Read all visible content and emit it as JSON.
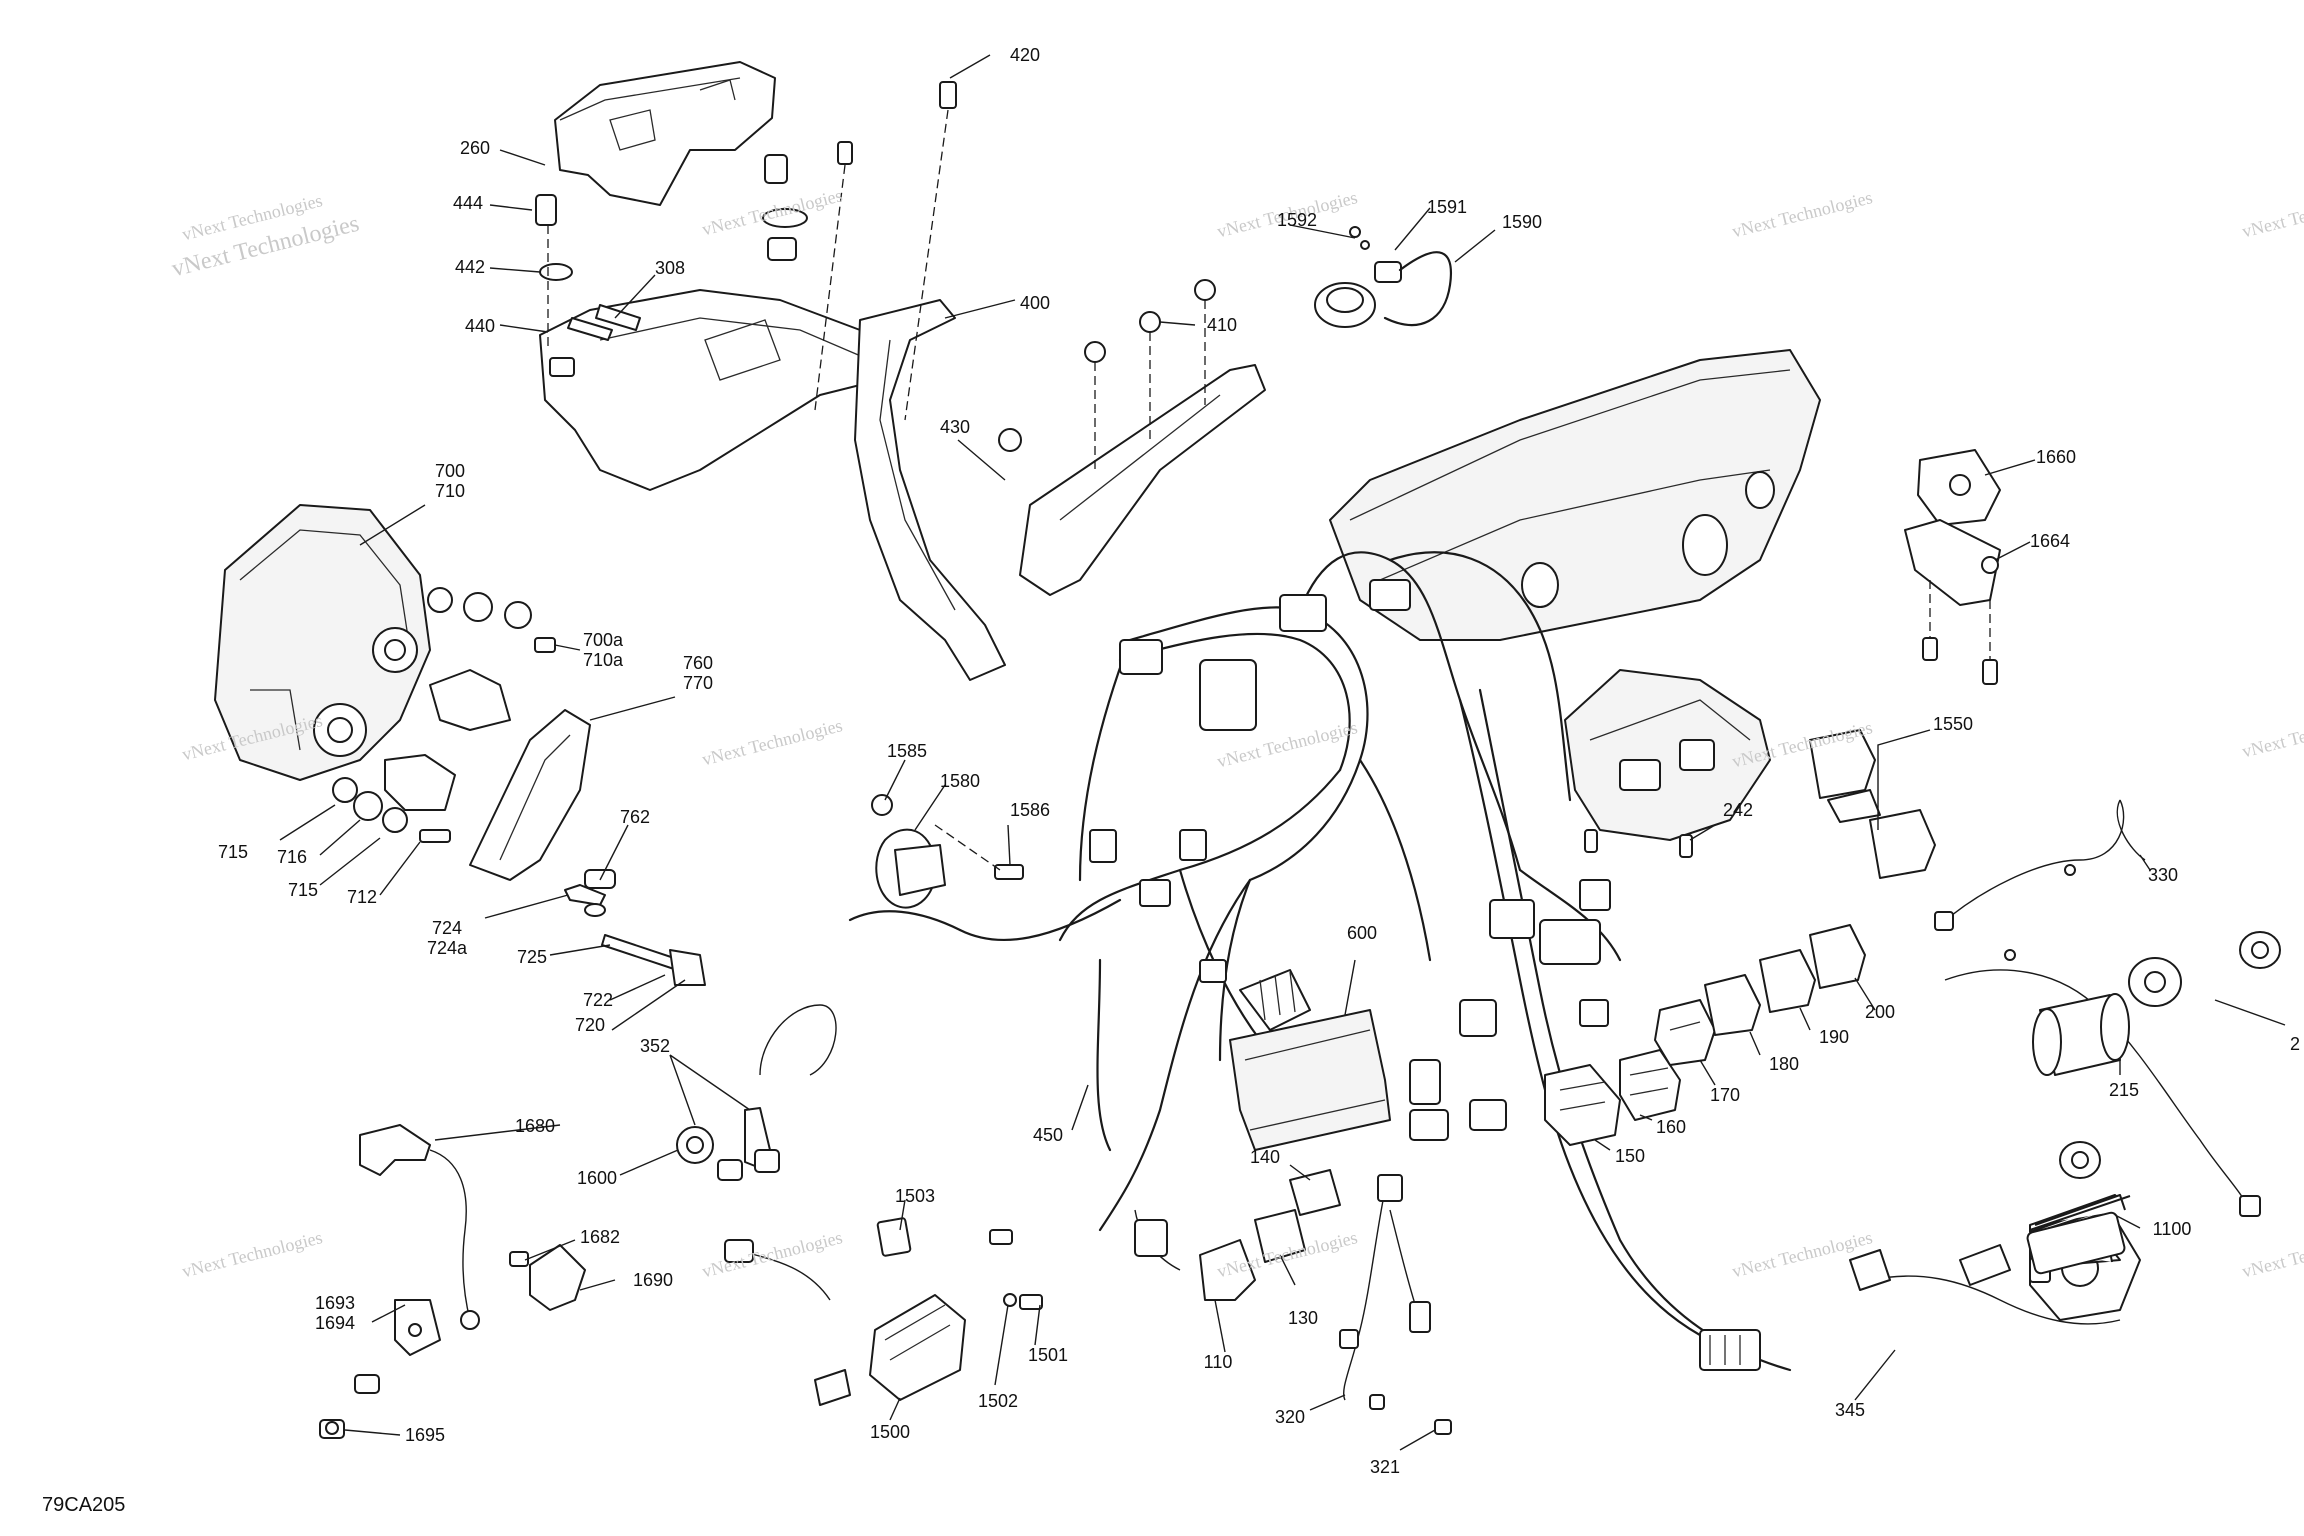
{
  "figure_id": "79CA205",
  "watermark": "vNext Technologies",
  "callouts": [
    {
      "id": "420",
      "label": "420"
    },
    {
      "id": "260",
      "label": "260"
    },
    {
      "id": "444",
      "label": "444"
    },
    {
      "id": "442",
      "label": "442"
    },
    {
      "id": "308",
      "label": "308"
    },
    {
      "id": "400",
      "label": "400"
    },
    {
      "id": "440",
      "label": "440"
    },
    {
      "id": "410",
      "label": "410"
    },
    {
      "id": "430",
      "label": "430"
    },
    {
      "id": "1592",
      "label": "1592"
    },
    {
      "id": "1591",
      "label": "1591"
    },
    {
      "id": "1590",
      "label": "1590"
    },
    {
      "id": "700-710",
      "label": "700\n710"
    },
    {
      "id": "700a-710a",
      "label": "700a\n710a"
    },
    {
      "id": "760-770",
      "label": "760\n770"
    },
    {
      "id": "715a",
      "label": "715"
    },
    {
      "id": "716",
      "label": "716"
    },
    {
      "id": "715b",
      "label": "715"
    },
    {
      "id": "712",
      "label": "712"
    },
    {
      "id": "762",
      "label": "762"
    },
    {
      "id": "724",
      "label": "724\n724a"
    },
    {
      "id": "725",
      "label": "725"
    },
    {
      "id": "722",
      "label": "722"
    },
    {
      "id": "720",
      "label": "720"
    },
    {
      "id": "1585",
      "label": "1585"
    },
    {
      "id": "1580",
      "label": "1580"
    },
    {
      "id": "1586",
      "label": "1586"
    },
    {
      "id": "1660",
      "label": "1660"
    },
    {
      "id": "1664",
      "label": "1664"
    },
    {
      "id": "1550",
      "label": "1550"
    },
    {
      "id": "242",
      "label": "242"
    },
    {
      "id": "330",
      "label": "330"
    },
    {
      "id": "2x",
      "label": "2"
    },
    {
      "id": "215",
      "label": "215"
    },
    {
      "id": "600",
      "label": "600"
    },
    {
      "id": "200",
      "label": "200"
    },
    {
      "id": "190",
      "label": "190"
    },
    {
      "id": "180",
      "label": "180"
    },
    {
      "id": "170",
      "label": "170"
    },
    {
      "id": "160",
      "label": "160"
    },
    {
      "id": "150",
      "label": "150"
    },
    {
      "id": "450",
      "label": "450"
    },
    {
      "id": "352",
      "label": "352"
    },
    {
      "id": "1680",
      "label": "1680"
    },
    {
      "id": "1600",
      "label": "1600"
    },
    {
      "id": "1503",
      "label": "1503"
    },
    {
      "id": "1682",
      "label": "1682"
    },
    {
      "id": "1690",
      "label": "1690"
    },
    {
      "id": "1693",
      "label": "1693\n1694"
    },
    {
      "id": "1695",
      "label": "1695"
    },
    {
      "id": "1500",
      "label": "1500"
    },
    {
      "id": "1502",
      "label": "1502"
    },
    {
      "id": "1501",
      "label": "1501"
    },
    {
      "id": "140",
      "label": "140"
    },
    {
      "id": "130",
      "label": "130"
    },
    {
      "id": "110",
      "label": "110"
    },
    {
      "id": "320",
      "label": "320"
    },
    {
      "id": "321",
      "label": "321"
    },
    {
      "id": "1100",
      "label": "1100"
    },
    {
      "id": "345",
      "label": "345"
    }
  ]
}
